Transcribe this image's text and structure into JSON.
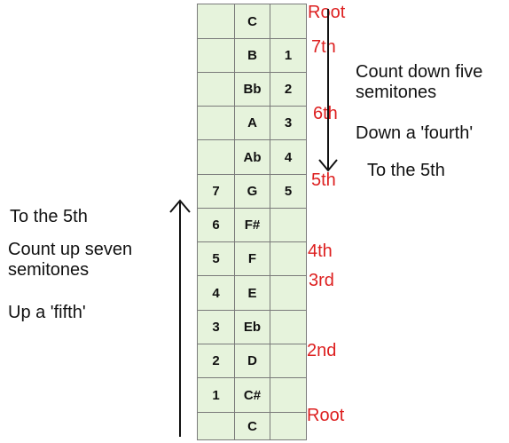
{
  "rows": [
    {
      "left": "",
      "note": "C",
      "right": "",
      "interval": "Root"
    },
    {
      "left": "",
      "note": "B",
      "right": "1",
      "interval": "7th"
    },
    {
      "left": "",
      "note": "Bb",
      "right": "2",
      "interval": ""
    },
    {
      "left": "",
      "note": "A",
      "right": "3",
      "interval": "6th"
    },
    {
      "left": "",
      "note": "Ab",
      "right": "4",
      "interval": ""
    },
    {
      "left": "7",
      "note": "G",
      "right": "5",
      "interval": "5th"
    },
    {
      "left": "6",
      "note": "F#",
      "right": "",
      "interval": ""
    },
    {
      "left": "5",
      "note": "F",
      "right": "",
      "interval": "4th"
    },
    {
      "left": "4",
      "note": "E",
      "right": "",
      "interval": "3rd"
    },
    {
      "left": "3",
      "note": "Eb",
      "right": "",
      "interval": ""
    },
    {
      "left": "2",
      "note": "D",
      "right": "",
      "interval": "2nd"
    },
    {
      "left": "1",
      "note": "C#",
      "right": "",
      "interval": ""
    },
    {
      "left": "",
      "note": "C",
      "right": "",
      "interval": "Root"
    }
  ],
  "right_annotations": {
    "count_down_line1": "Count down five",
    "count_down_line2": "semitones",
    "down_fourth": "Down a 'fourth'",
    "to_fifth": "To the 5th"
  },
  "left_annotations": {
    "to_fifth": "To the 5th",
    "count_up_line1": "Count up seven",
    "count_up_line2": "semitones",
    "up_fifth": "Up a 'fifth'"
  },
  "colors": {
    "cell_background": "#e6f3dc",
    "grid_line": "#7a7a7a",
    "interval_label": "#dd1f1f",
    "text": "#111111"
  }
}
